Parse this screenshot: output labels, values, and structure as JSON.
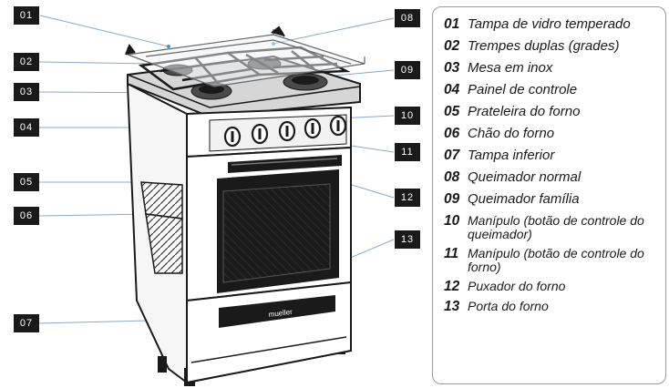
{
  "callouts": [
    "01",
    "02",
    "03",
    "04",
    "05",
    "06",
    "07",
    "08",
    "09",
    "10",
    "11",
    "12",
    "13"
  ],
  "oven_brand": "mueller",
  "legend": [
    {
      "num": "01",
      "text": "Tampa de vidro temperado"
    },
    {
      "num": "02",
      "text": "Trempes duplas (grades)"
    },
    {
      "num": "03",
      "text": "Mesa em inox"
    },
    {
      "num": "04",
      "text": "Painel de controle"
    },
    {
      "num": "05",
      "text": "Prateleira do forno"
    },
    {
      "num": "06",
      "text": "Chão do forno"
    },
    {
      "num": "07",
      "text": "Tampa inferior"
    },
    {
      "num": "08",
      "text": "Queimador normal"
    },
    {
      "num": "09",
      "text": "Queimador família"
    },
    {
      "num": "10",
      "text": "Manípulo (botão de controle do queimador)"
    },
    {
      "num": "11",
      "text": "Manípulo (botão de controle do forno)"
    },
    {
      "num": "12",
      "text": "Puxador do forno"
    },
    {
      "num": "13",
      "text": "Porta do forno"
    }
  ],
  "colors": {
    "callout_bg": "#1a1a1a",
    "leader": "#8aa8c8",
    "leader_dot": "#4a90d9"
  }
}
